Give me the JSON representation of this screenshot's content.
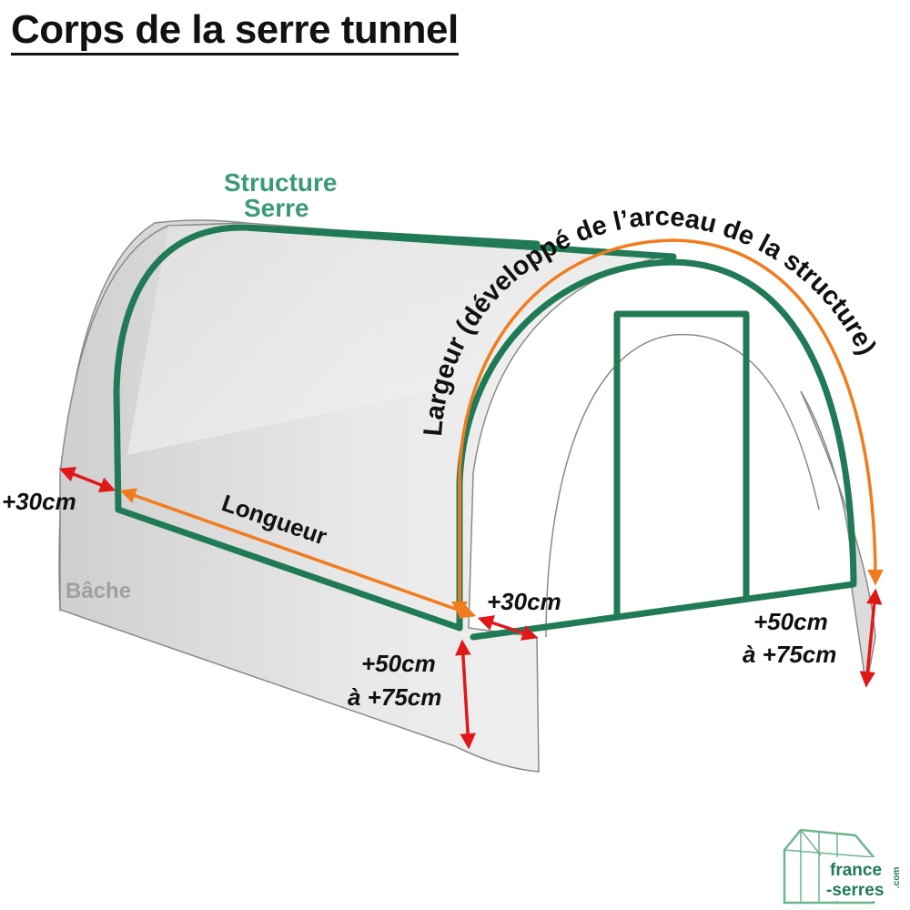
{
  "title": "Corps de la serre tunnel",
  "labels": {
    "structure_line1": "Structure",
    "structure_line2": "Serre",
    "largeur": "Largeur (développé de l’arceau de la structure)",
    "longueur": "Longueur",
    "bache": "Bâche",
    "plus30_left": "+30cm",
    "plus30_front": "+30cm",
    "plus50_front_line1": "+50cm",
    "plus50_front_line2": "à +75cm",
    "plus50_right_line1": "+50cm",
    "plus50_right_line2": "à +75cm"
  },
  "logo": {
    "line1": "france",
    "line2": "-serres",
    "suffix": ".com"
  },
  "colors": {
    "structure": "#1f7a55",
    "structure_label": "#3a9a78",
    "measure_orange": "#f07c1e",
    "measure_red": "#e01818",
    "tarp_fill": "#e2e2e2",
    "tarp_stroke": "#8a8a8a",
    "bache_label": "#a0a0a0",
    "text": "#111111"
  }
}
